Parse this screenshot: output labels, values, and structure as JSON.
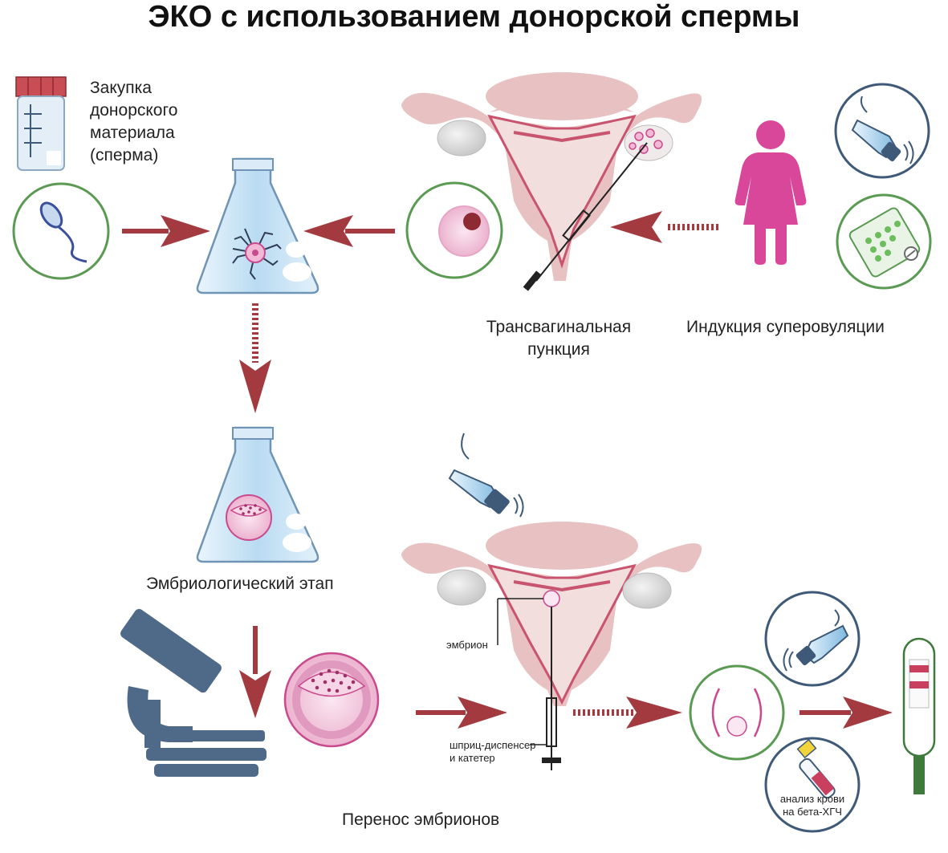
{
  "title": "ЭКО с использованием донорской спермы",
  "labels": {
    "purchase": [
      "Закупка",
      "донорского",
      "материала",
      "(сперма)"
    ],
    "puncture": [
      "Трансвагинальная",
      "пункция"
    ],
    "induction": "Индукция суперовуляции",
    "embryo_stage": "Эмбриологический этап",
    "transfer": "Перенос эмбрионов",
    "embryo": "эмбрион",
    "syringe": [
      "шприц-диспенсер",
      "и катетер"
    ],
    "blood": [
      "анализ крови",
      "на бета-ХГЧ"
    ]
  },
  "colors": {
    "arrow": "#a33a3f",
    "circle_ring": "#5a9a52",
    "circle_ring_blue": "#3f5a78",
    "uterus": "#e8c2c2",
    "uterus_inner": "#c9546f",
    "flask": "#cfe6f6",
    "microscope": "#4f6a88",
    "woman": "#d9479b",
    "cell": "#f0c6dc"
  }
}
